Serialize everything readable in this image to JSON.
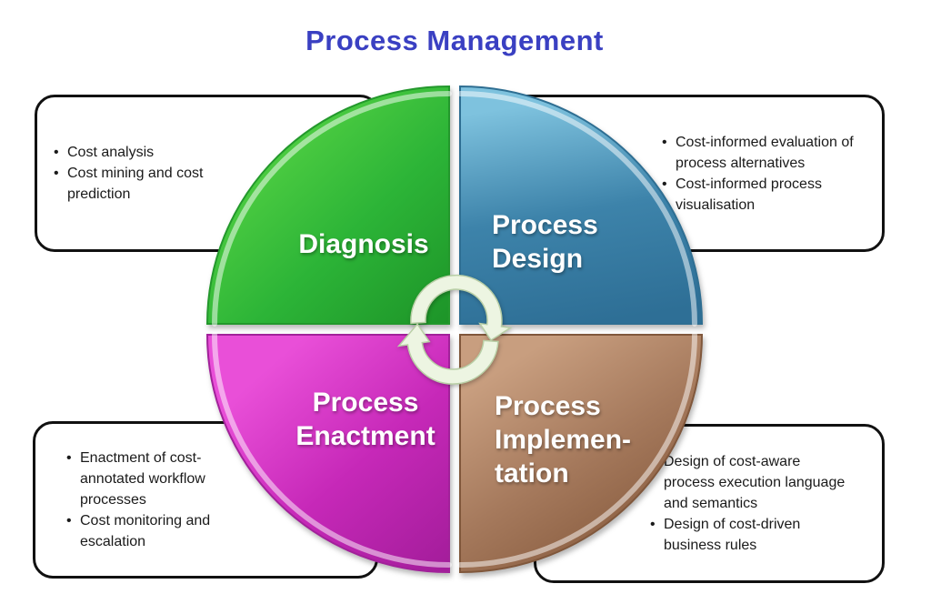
{
  "title": "Process Management",
  "glyphs": {
    "bullet": "•"
  },
  "colors": {
    "title_text": "#3a40c2",
    "diagnosis_fill": "#35c535",
    "process_design_fill": "#4187ae",
    "process_enactment_fill": "#d030c3",
    "process_implementation_fill": "#a87c5f",
    "cycle_arrow_fill": "#edf5e2",
    "callout_border": "#111111",
    "quadrant_label_text": "#ffffff"
  },
  "quadrants": [
    {
      "id": "diagnosis",
      "lines": [
        "Diagnosis"
      ]
    },
    {
      "id": "process-design",
      "lines": [
        "Process",
        "Design"
      ]
    },
    {
      "id": "process-enactment",
      "lines": [
        "Process",
        "Enactment"
      ]
    },
    {
      "id": "process-implementation",
      "lines": [
        "Process",
        "Implemen-",
        "tation"
      ]
    }
  ],
  "callouts": {
    "top_left": {
      "bullets": [
        "Cost analysis",
        "Cost mining and cost prediction"
      ]
    },
    "top_right": {
      "bullets": [
        "Cost-informed evaluation of process alternatives",
        "Cost-informed process visualisation"
      ]
    },
    "bottom_left": {
      "bullets": [
        "Enactment of cost-annotated workflow processes",
        "Cost monitoring and escalation"
      ]
    },
    "bottom_right": {
      "bullets": [
        "Design of cost-aware process execution language and semantics",
        "Design of cost-driven business rules"
      ]
    }
  }
}
